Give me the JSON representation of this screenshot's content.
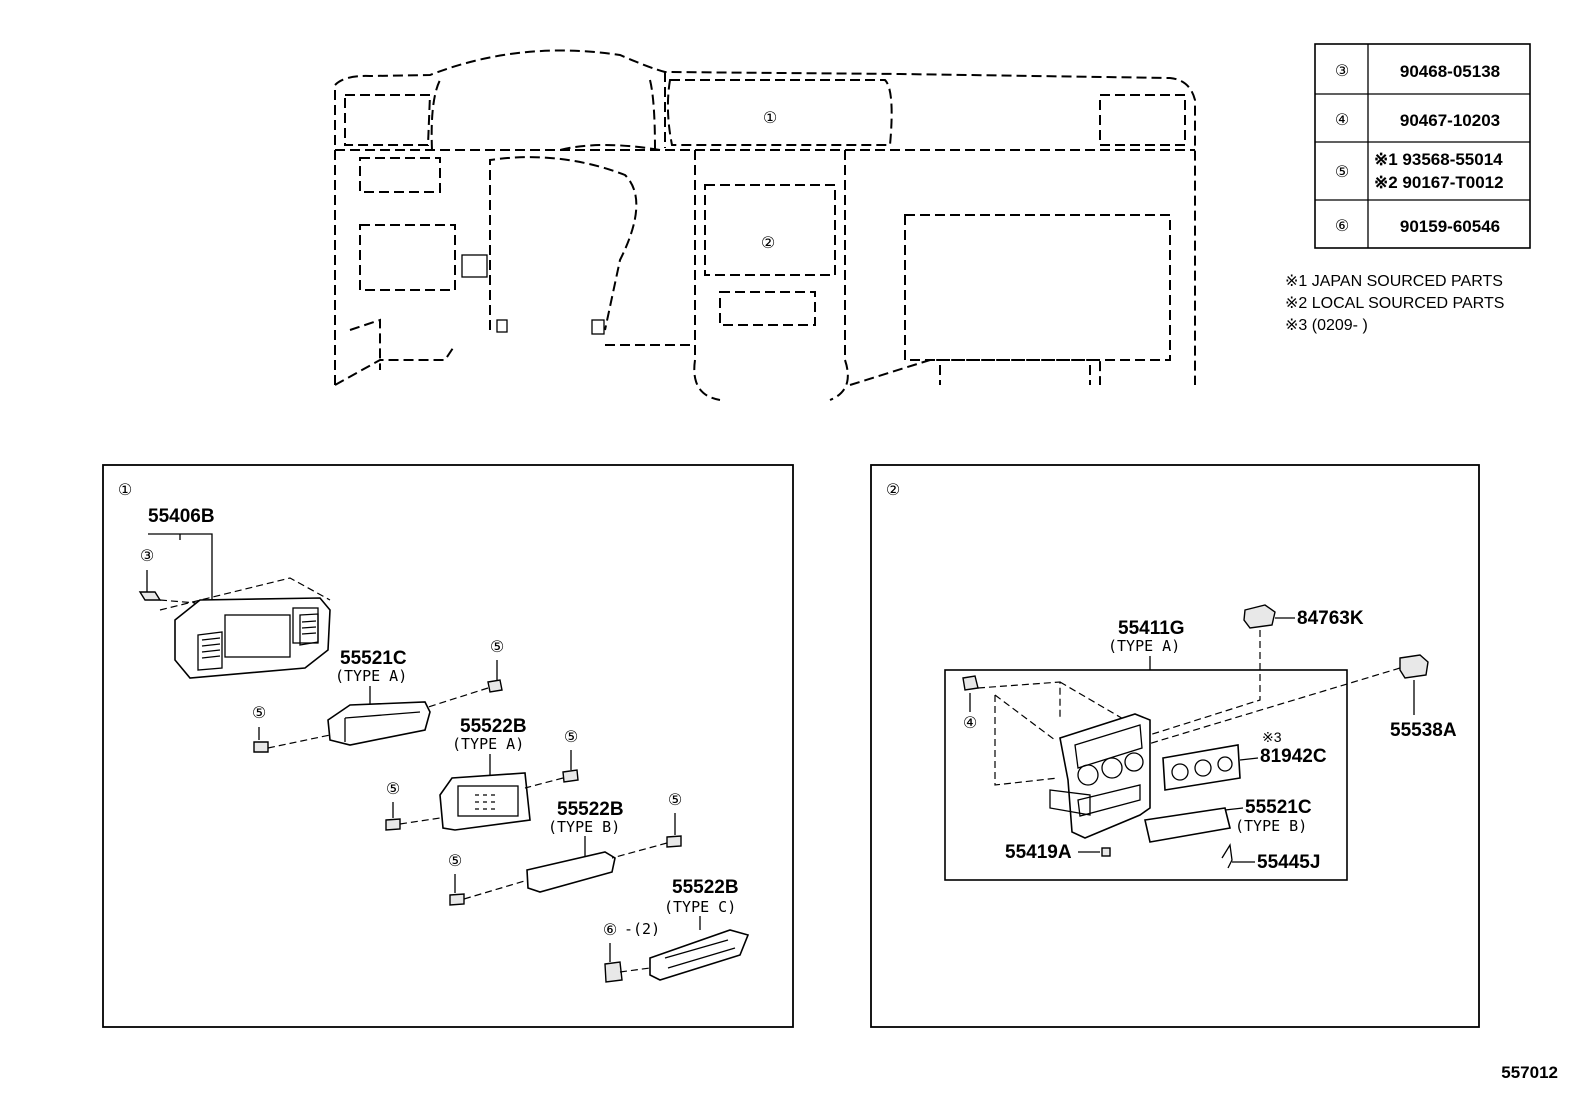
{
  "table": {
    "rows": [
      {
        "ref": "③",
        "part": "90468-05138"
      },
      {
        "ref": "④",
        "part": "90467-10203"
      },
      {
        "ref": "⑤",
        "part": "※1 93568-55014",
        "part2": "※2 90167-T0012"
      },
      {
        "ref": "⑥",
        "part": "90159-60546"
      }
    ]
  },
  "notes": [
    "※1 JAPAN SOURCED PARTS",
    "※2 LOCAL SOURCED PARTS",
    "※3 (0209-    )"
  ],
  "overview": {
    "callout_1": "①",
    "callout_2": "②"
  },
  "panel1": {
    "title": "①",
    "labels": {
      "p55406b": "55406B",
      "p55521c": "55521C",
      "p55521c_type": "(TYPE A)",
      "p55522b_a": "55522B",
      "p55522b_a_type": "(TYPE A)",
      "p55522b_b": "55522B",
      "p55522b_b_type": "(TYPE B)",
      "p55522b_c": "55522B",
      "p55522b_c_type": "(TYPE C)",
      "qty": "-(2)"
    },
    "callouts": {
      "c3": "③",
      "c5": "⑤",
      "c6": "⑥"
    }
  },
  "panel2": {
    "title": "②",
    "labels": {
      "p55411g": "55411G",
      "p55411g_type": "(TYPE A)",
      "p84763k": "84763K",
      "p55538a": "55538A",
      "p81942c": "81942C",
      "p81942c_note": "※3",
      "p55521c": "55521C",
      "p55521c_type": "(TYPE B)",
      "p55419a": "55419A",
      "p55445j": "55445J"
    },
    "callouts": {
      "c4": "④"
    }
  },
  "figure_id": "557012"
}
